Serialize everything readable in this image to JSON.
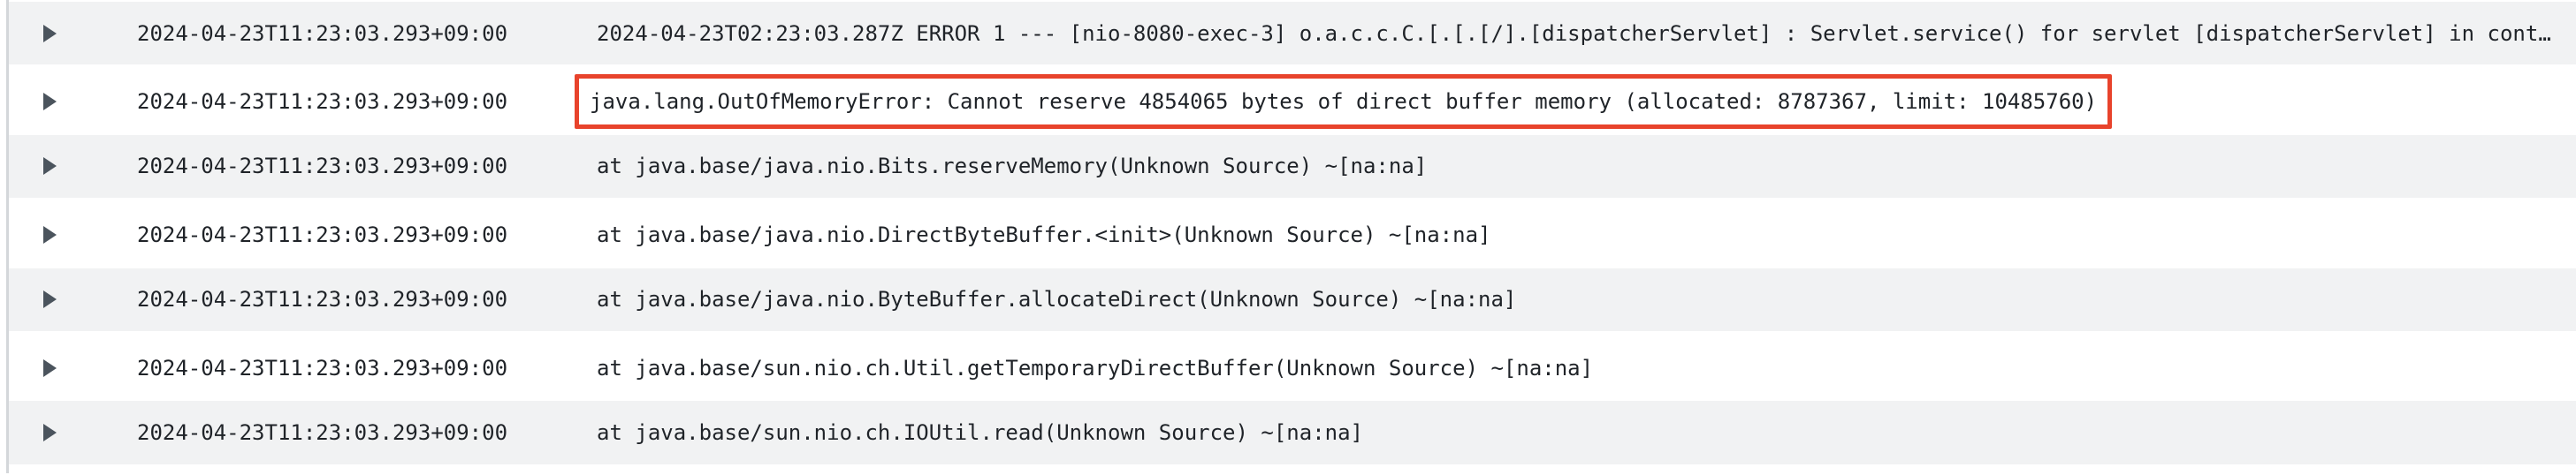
{
  "log_viewer": {
    "timestamp_column": {
      "value": "2024-04-23T11:23:03.293+09:00"
    },
    "rows": [
      {
        "timestamp": "2024-04-23T11:23:03.293+09:00",
        "message": "2024-04-23T02:23:03.287Z ERROR 1 --- [nio-8080-exec-3] o.a.c.c.C.[.[.[/].[dispatcherServlet] : Servlet.service() for servlet [dispatcherServlet] in cont…",
        "highlighted": false
      },
      {
        "timestamp": "2024-04-23T11:23:03.293+09:00",
        "message": "java.lang.OutOfMemoryError: Cannot reserve 4854065 bytes of direct buffer memory (allocated: 8787367, limit: 10485760)",
        "highlighted": true
      },
      {
        "timestamp": "2024-04-23T11:23:03.293+09:00",
        "message": "at java.base/java.nio.Bits.reserveMemory(Unknown Source) ~[na:na]",
        "highlighted": false
      },
      {
        "timestamp": "2024-04-23T11:23:03.293+09:00",
        "message": "at java.base/java.nio.DirectByteBuffer.<init>(Unknown Source) ~[na:na]",
        "highlighted": false
      },
      {
        "timestamp": "2024-04-23T11:23:03.293+09:00",
        "message": "at java.base/java.nio.ByteBuffer.allocateDirect(Unknown Source) ~[na:na]",
        "highlighted": false
      },
      {
        "timestamp": "2024-04-23T11:23:03.293+09:00",
        "message": "at java.base/sun.nio.ch.Util.getTemporaryDirectBuffer(Unknown Source) ~[na:na]",
        "highlighted": false
      },
      {
        "timestamp": "2024-04-23T11:23:03.293+09:00",
        "message": "at java.base/sun.nio.ch.IOUtil.read(Unknown Source) ~[na:na]",
        "highlighted": false
      }
    ],
    "icons": {
      "expander": "triangle-right"
    },
    "colors": {
      "highlight_border": "#e8432c",
      "alt_row_bg": "#f1f2f3",
      "text": "#1f2328",
      "expander_icon": "#4b545d",
      "left_border": "#d4d7da"
    }
  }
}
